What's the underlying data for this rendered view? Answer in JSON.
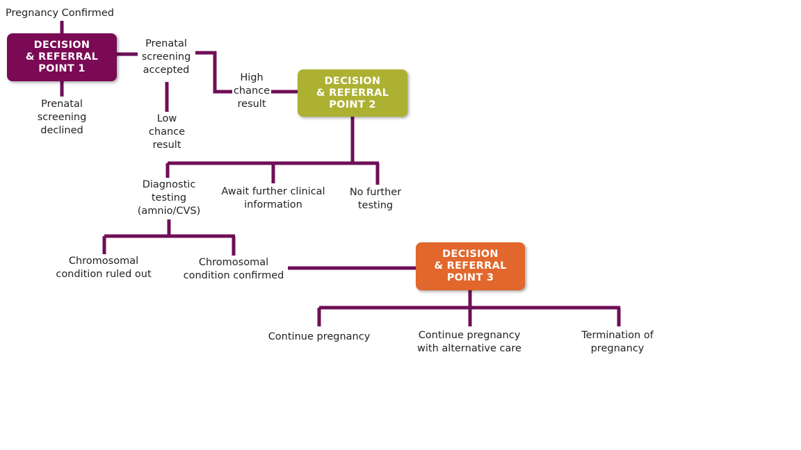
{
  "colors": {
    "connector": "#6e0f56",
    "point1": "#7a0a54",
    "point2": "#acb132",
    "point3": "#e2672c"
  },
  "boxes": {
    "point1": "DECISION\n& REFERRAL\nPOINT 1",
    "point2": "DECISION\n& REFERRAL\nPOINT 2",
    "point3": "DECISION\n& REFERRAL\nPOINT 3"
  },
  "labels": {
    "pregnancy_confirmed": "Pregnancy Confirmed",
    "screening_accepted": "Prenatal\nscreening\naccepted",
    "screening_declined": "Prenatal\nscreening\ndeclined",
    "high_chance": "High\nchance\nresult",
    "low_chance": "Low\nchance\nresult",
    "diagnostic_testing": "Diagnostic\ntesting\n(amnio/CVS)",
    "await_info": "Await further clinical\ninformation",
    "no_further_testing": "No further\ntesting",
    "ruled_out": "Chromosomal\ncondition ruled out",
    "confirmed": "Chromosomal\ncondition confirmed",
    "continue_pregnancy": "Continue pregnancy",
    "continue_alt_care": "Continue pregnancy\nwith alternative care",
    "termination": "Termination of\npregnancy"
  }
}
